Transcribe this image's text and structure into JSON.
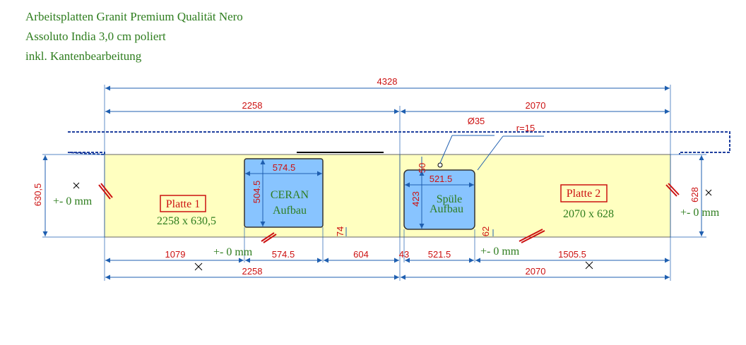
{
  "title": {
    "line1": "Arbeitsplatten Granit Premium Qualität Nero",
    "line2": "Assoluto India 3,0 cm poliert",
    "line3": "inkl. Kantenbearbeitung"
  },
  "dimensions": {
    "total": "4328",
    "top_left": "2258",
    "top_right": "2070",
    "hole_diameter": "Ø35",
    "radius": "r=15",
    "left_height": "630,5",
    "right_height": "628",
    "cooktop_width": "574.5",
    "cooktop_depth": "504.5",
    "cooktop_gap": "74",
    "sink_width": "521.5",
    "sink_depth": "423",
    "sink_top": "50",
    "sink_gap": "62",
    "bottom_1079": "1079",
    "bottom_5745": "574.5",
    "bottom_604": "604",
    "bottom_43": "43",
    "bottom_5215": "521.5",
    "bottom_15055": "1505.5",
    "bottom_left_total": "2258",
    "bottom_right_total": "2070"
  },
  "tolerances": {
    "left": "+- 0 mm",
    "right": "+- 0 mm",
    "bottom_left": "+- 0 mm",
    "bottom_right": "+- 0 mm"
  },
  "plates": {
    "plate1_label": "Platte 1",
    "plate1_size": "2258 x 630,5",
    "plate2_label": "Platte 2",
    "plate2_size": "2070 x 628"
  },
  "cutouts": {
    "cooktop_line1": "CERAN",
    "cooktop_line2": "Aufbau",
    "sink_line1": "Spüle",
    "sink_line2": "Aufbau"
  },
  "colors": {
    "slab": "#ffffc0",
    "cutout": "#88c4ff",
    "dimension_line": "#1f5fb0",
    "dimension_text": "#cc1111",
    "label_text": "#2e7d1e"
  }
}
